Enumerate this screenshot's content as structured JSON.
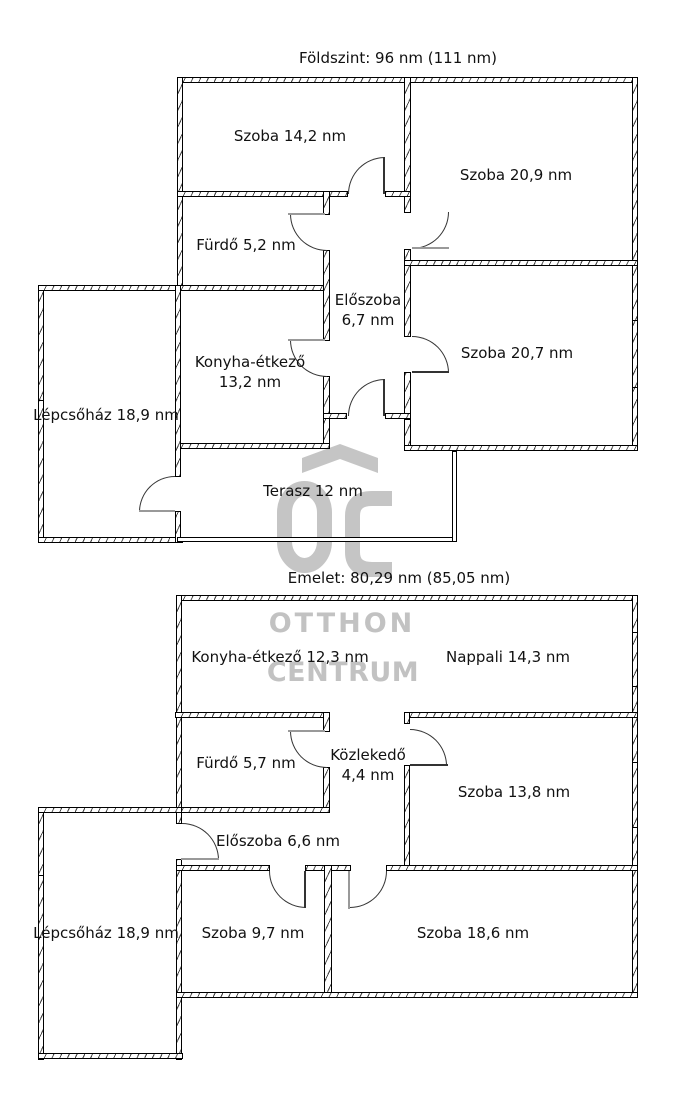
{
  "watermark": {
    "monogram": "OC",
    "line1": "OTTHON",
    "line2": "CENTRUM",
    "color": "#c5c5c5"
  },
  "floors": [
    {
      "id": "foldszint",
      "title": "Földszint: 96 nm (111 nm)",
      "rooms": [
        {
          "label": "Szoba 14,2 nm"
        },
        {
          "label": "Szoba 20,9 nm"
        },
        {
          "label": "Fürdő 5,2 nm"
        },
        {
          "label": "Előszoba\n6,7 nm"
        },
        {
          "label": "Konyha-étkező\n13,2 nm"
        },
        {
          "label": "Szoba 20,7 nm"
        },
        {
          "label": "Lépcsőház 18,9 nm"
        },
        {
          "label": "Terasz 12 nm"
        }
      ]
    },
    {
      "id": "emelet",
      "title": "Emelet: 80,29 nm (85,05 nm)",
      "rooms": [
        {
          "label": "Konyha-étkező 12,3 nm"
        },
        {
          "label": "Nappali 14,3 nm"
        },
        {
          "label": "Fürdő 5,7 nm"
        },
        {
          "label": "Közlekedő\n4,4 nm"
        },
        {
          "label": "Szoba 13,8 nm"
        },
        {
          "label": "Előszoba 6,6 nm"
        },
        {
          "label": "Lépcsőház 18,9 nm"
        },
        {
          "label": "Szoba 9,7 nm"
        },
        {
          "label": "Szoba 18,6 nm"
        }
      ]
    }
  ]
}
